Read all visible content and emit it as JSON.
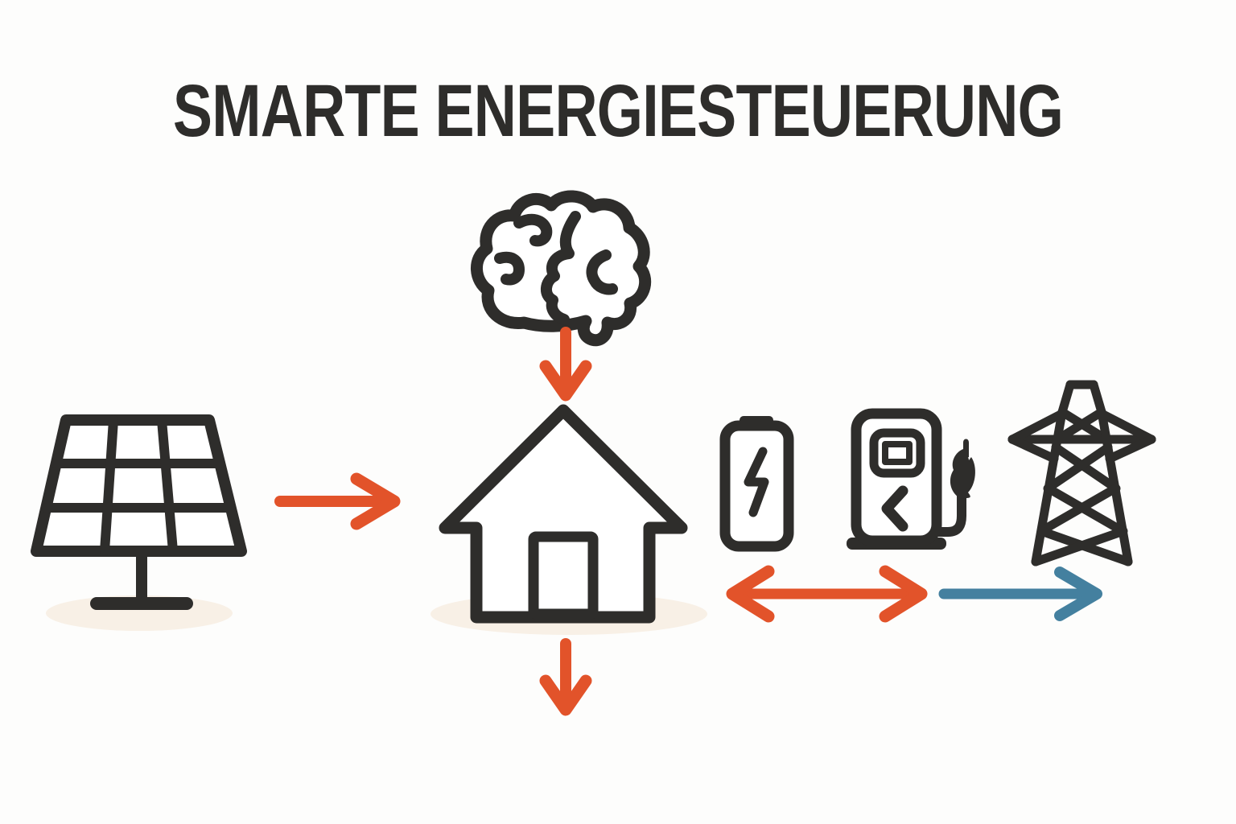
{
  "title": "SMARTE ENERGIESTEUERUNG",
  "colors": {
    "ink": "#2e2d2b",
    "orange": "#e2532a",
    "blue": "#44809f",
    "shadow": "#f8f0e6",
    "background": "#fdfdfc"
  },
  "icons": [
    {
      "name": "solar-panel-icon"
    },
    {
      "name": "brain-icon"
    },
    {
      "name": "house-icon"
    },
    {
      "name": "battery-icon"
    },
    {
      "name": "ev-charger-icon"
    },
    {
      "name": "power-pylon-icon"
    }
  ],
  "arrows": [
    {
      "name": "arrow-solar-to-house",
      "direction": "right",
      "color": "#e2532a"
    },
    {
      "name": "arrow-brain-to-house",
      "direction": "down",
      "color": "#e2532a"
    },
    {
      "name": "arrow-house-output",
      "direction": "down",
      "color": "#e2532a"
    },
    {
      "name": "arrow-battery-charger",
      "direction": "both",
      "color": "#e2532a"
    },
    {
      "name": "arrow-to-grid",
      "direction": "right",
      "color": "#44809f"
    }
  ]
}
